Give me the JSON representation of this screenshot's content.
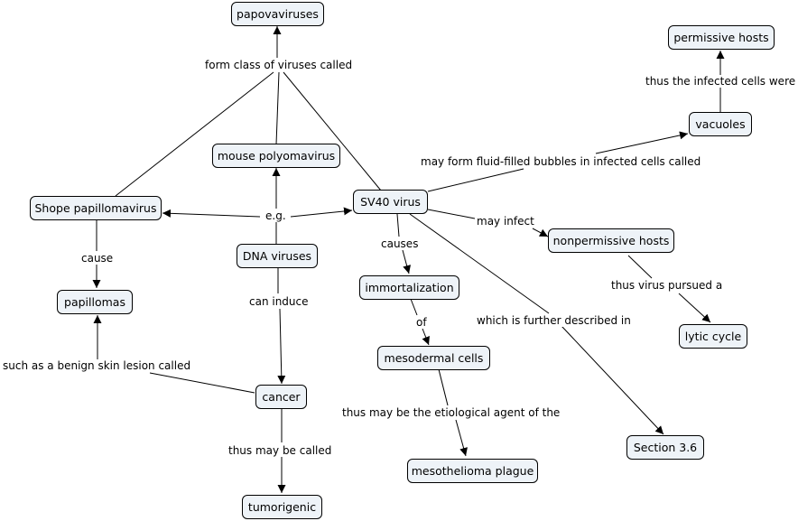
{
  "nodes": {
    "papovaviruses": "papovaviruses",
    "permissive_hosts": "permissive hosts",
    "vacuoles": "vacuoles",
    "mouse_polyomavirus": "mouse polyomavirus",
    "shope_papillomavirus": "Shope papillomavirus",
    "sv40_virus": "SV40 virus",
    "dna_viruses": "DNA viruses",
    "nonpermissive_hosts": "nonpermissive hosts",
    "papillomas": "papillomas",
    "immortalization": "immortalization",
    "lytic_cycle": "lytic cycle",
    "mesodermal_cells": "mesodermal cells",
    "cancer": "cancer",
    "section_3_6": "Section 3.6",
    "mesothelioma_plague": "mesothelioma plague",
    "tumorigenic": "tumorigenic"
  },
  "links": {
    "form_class": "form class of viruses called",
    "thus_infected": "thus the infected cells were",
    "may_form": "may form fluid-filled bubbles in infected cells called",
    "eg": "e.g.",
    "may_infect": "may infect",
    "cause": "cause",
    "causes": "causes",
    "can_induce": "can induce",
    "thus_lytic": "thus virus pursued a",
    "of": "of",
    "further_described": "which is further described in",
    "benign_lesion": "such as a benign skin lesion called",
    "etiological": "thus may be the etiological agent of the",
    "may_be_called": "thus may be called"
  }
}
